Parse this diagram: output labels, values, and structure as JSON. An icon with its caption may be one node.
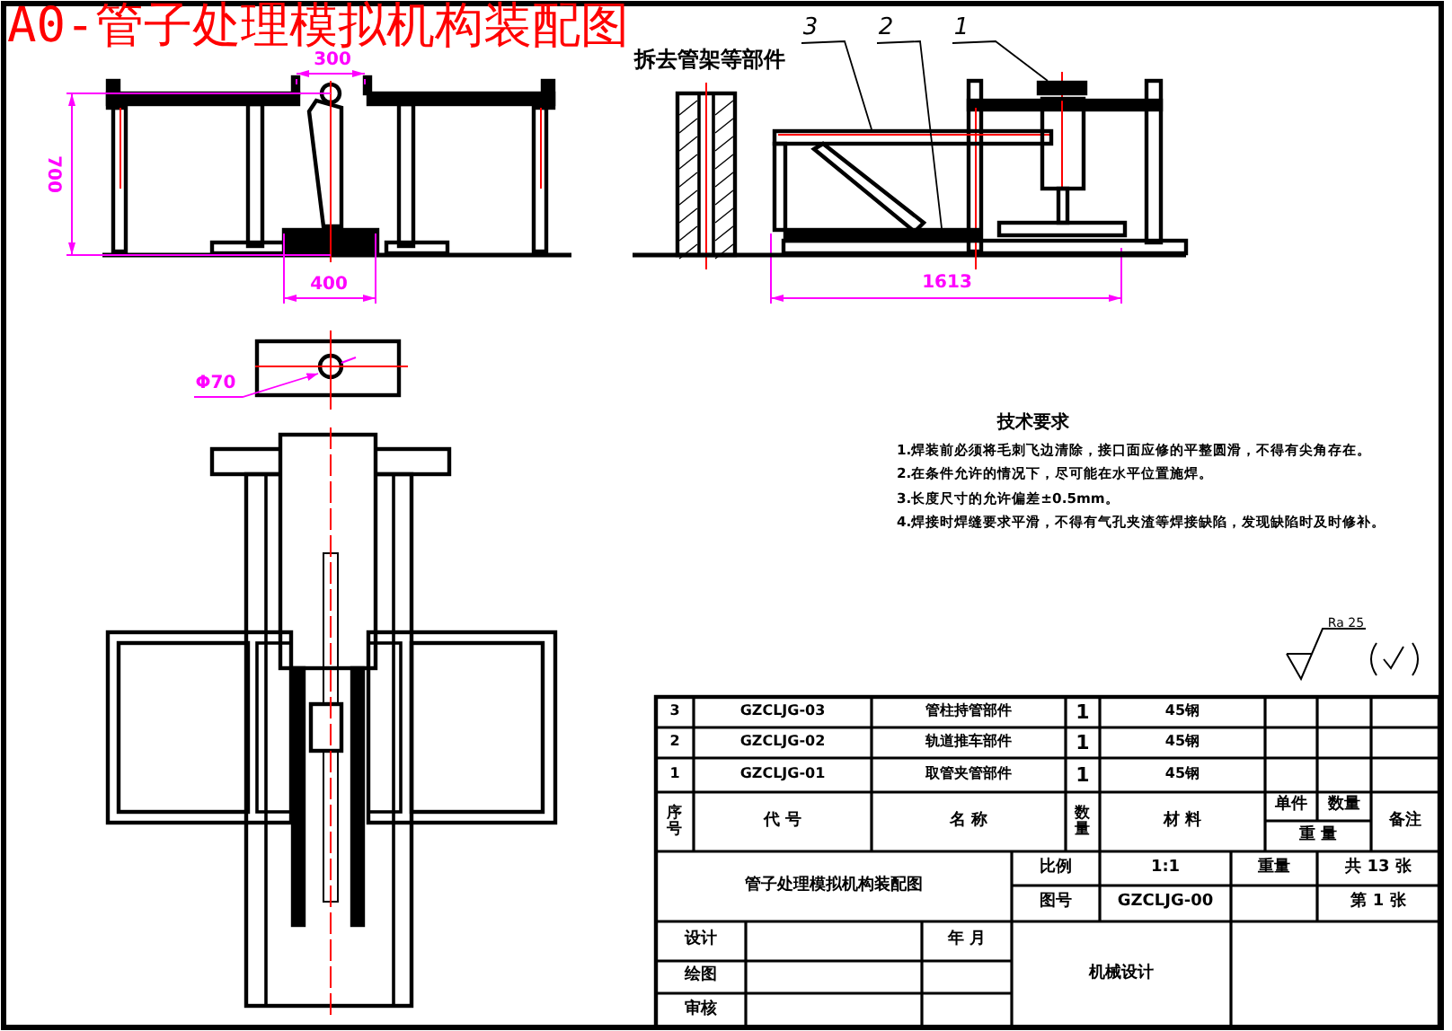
{
  "diagram": {
    "title": "A0-管子处理模拟机构装配图",
    "nodes": [
      {
        "text": [
          "3"
        ]
      },
      {
        "text": [
          "2"
        ]
      },
      {
        "text": [
          "1"
        ]
      },
      {
        "text": [
          "Φ70"
        ]
      },
      {
        "text": [],
        "shape": "cylinder"
      },
      {
        "text": [],
        "shape": "bar"
      },
      {
        "text": [],
        "shape": "bar"
      }
    ],
    "edges": [
      {
        "from": 0,
        "to": 5,
        "arrow": "none"
      },
      {
        "from": 1,
        "to": 6,
        "arrow": "none"
      },
      {
        "from": 2,
        "to": 4,
        "arrow": "none"
      },
      {
        "from": 3,
        "to": null,
        "arrow": "to",
        "color": "#ff00ff"
      }
    ],
    "labels": [
      "拆去管架等部件",
      "300",
      "700",
      "400",
      "1613",
      "技术要求",
      "1.焊装前必须将毛刺飞边清除，接口面应修的平整圆滑，不得有尖角存在。",
      "2.在条件允许的情况下，尽可能在水平位置施焊。",
      "3.长度尺寸的允许偏差±0.5mm。",
      "4.焊接时焊缝要求平滑，不得有气孔夹渣等焊接缺陷，发现缺陷时及时修补。",
      "Ra 25",
      "3",
      "GZCLJG-03",
      "管柱持管部件",
      "1",
      "45钢",
      "2",
      "GZCLJG-02",
      "轨道推车部件",
      "1",
      "45钢",
      "1",
      "GZCLJG-01",
      "取管夹管部件",
      "1",
      "45钢",
      "序号",
      "代 号",
      "名 称",
      "数量",
      "材 料",
      "单件",
      "数量",
      "重 量",
      "备注",
      "管子处理模拟机构装配图",
      "比例",
      "1:1",
      "重量",
      "共 13 张",
      "图号",
      "GZCLJG-00",
      "第 1 张",
      "设计",
      "年 月",
      "绘图",
      "审核",
      "机械设计"
    ]
  }
}
